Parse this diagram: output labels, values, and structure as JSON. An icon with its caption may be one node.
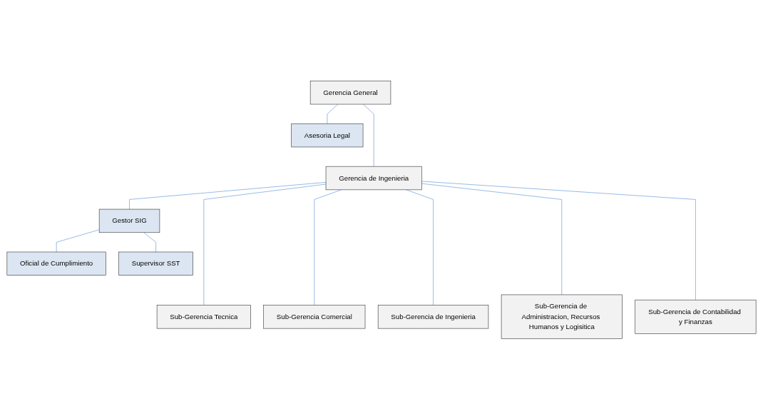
{
  "diagram": {
    "nodes": [
      {
        "text": [
          "Gerencia General"
        ]
      },
      {
        "text": [
          "Asesoria Legal"
        ]
      },
      {
        "text": [
          "Gerencia de Ingenieria"
        ]
      },
      {
        "text": [
          "Oficial de Cumplimiento"
        ]
      },
      {
        "text": [
          "Gestor SIG"
        ]
      },
      {
        "text": [
          "Supervisor SST"
        ]
      },
      {
        "text": [
          "Sub-Gerencia Tecnica"
        ]
      },
      {
        "text": [
          "Sub-Gerencia Comercial"
        ]
      },
      {
        "text": [
          "Sub-Gerencia de Ingenieria"
        ]
      },
      {
        "text": [
          "Sub-Gerencia de Administracion, Recursos Humanos y Logisitica"
        ]
      },
      {
        "text": [
          "Sub-Gerencia de Contabilidad y Finanzas"
        ]
      }
    ],
    "edges": [
      {
        "from": 0,
        "to": 2,
        "arrow": "none"
      },
      {
        "from": 0,
        "to": 1,
        "arrow": "none"
      },
      {
        "from": 2,
        "to": 4,
        "arrow": "none"
      },
      {
        "from": 4,
        "to": 3,
        "arrow": "none"
      },
      {
        "from": 4,
        "to": 5,
        "arrow": "none"
      },
      {
        "from": 2,
        "to": 6,
        "arrow": "none"
      },
      {
        "from": 2,
        "to": 7,
        "arrow": "none"
      },
      {
        "from": 2,
        "to": 8,
        "arrow": "none"
      },
      {
        "from": 2,
        "to": 9,
        "arrow": "none"
      },
      {
        "from": 2,
        "to": 10,
        "arrow": "none"
      }
    ]
  }
}
